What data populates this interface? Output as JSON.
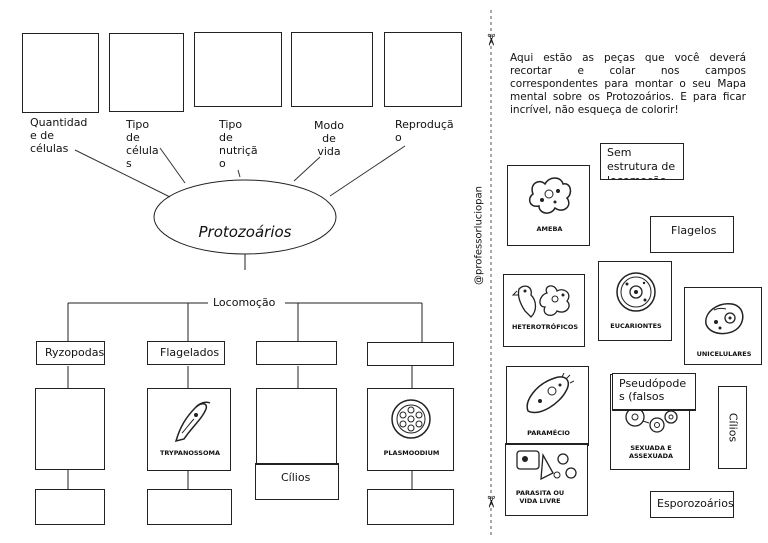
{
  "top_labels": [
    "Quantidad e de células",
    "Tipo de célula s",
    "Tipo de nutriçã o",
    "Modo de vida",
    "Reproduçã o"
  ],
  "center_title": "Protozoários",
  "locomocao": "Locomoção",
  "categories": [
    "Ryzopodas",
    "Flagelados",
    "",
    ""
  ],
  "cilios_label": "Cílios",
  "trypanossoma": "TRYPANOSSOMA",
  "plasmodium": "PLASMOODIUM",
  "vertical_credit": "@professorluciopan",
  "instructions": "Aqui estão as peças que você deverá recortar e colar nos campos correspondentes para montar o seu Mapa mental sobre os Protozoários. E para ficar incrível, não esqueça de colorir!",
  "pieces": {
    "sem_estrutura": "Sem estrutura de locomoção",
    "ameba": "AMEBA",
    "flagelos": "Flagelos",
    "heterotroficos": "HETEROTRÓFICOS",
    "eucariontes": "EUCARIONTES",
    "unicelulares": "UNICELULARES",
    "pseudopodes": "Pseudópode s (falsos",
    "paramecio": "PARAMÉCIO",
    "sexuada": "SEXUADA E ASSEXUADA",
    "cilios_vertical": "Cílios",
    "parasita": "PARASITA OU VIDA LIVRE",
    "esporozoarios": "Esporozoários"
  },
  "icons": [
    "scissors-icon",
    "amoeba-icon",
    "trypanosome-icon",
    "plasmodium-icon",
    "paramecium-icon",
    "cell-icon",
    "parrot-icon",
    "microbe-icon"
  ]
}
